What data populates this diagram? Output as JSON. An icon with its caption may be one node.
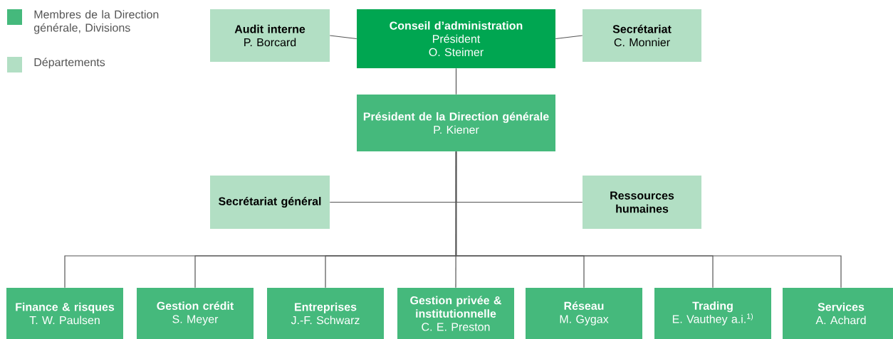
{
  "diagram": {
    "nodes": [
      {
        "text": [
          "Conseil d’administration",
          "Président",
          "O. Steimer"
        ]
      },
      {
        "text": [
          "Audit interne",
          "P. Borcard"
        ]
      },
      {
        "text": [
          "Secrétariat",
          "C. Monnier"
        ]
      },
      {
        "text": [
          "Président de la Direction générale",
          "P. Kiener"
        ]
      },
      {
        "text": [
          "Secrétariat général"
        ]
      },
      {
        "text": [
          "Ressources humaines"
        ]
      },
      {
        "text": [
          "Finance & risques",
          "T.  W. Paulsen"
        ]
      },
      {
        "text": [
          "Gestion crédit",
          "S. Meyer"
        ]
      },
      {
        "text": [
          "Entreprises",
          "J.-F. Schwarz"
        ]
      },
      {
        "text": [
          "Gestion privée & institutionnelle",
          "C. E. Preston"
        ]
      },
      {
        "text": [
          "Réseau",
          "M. Gygax"
        ]
      },
      {
        "text": [
          "Trading",
          "E. Vauthey a.i.$^{1)}$"
        ]
      },
      {
        "text": [
          "Services",
          "A. Achard"
        ]
      }
    ],
    "edges": [
      {
        "from": 0,
        "to": 1,
        "arrow": "none"
      },
      {
        "from": 0,
        "to": 2,
        "arrow": "none"
      },
      {
        "from": 0,
        "to": 3,
        "arrow": "none"
      },
      {
        "from": 3,
        "to": 4,
        "arrow": "none"
      },
      {
        "from": 3,
        "to": 5,
        "arrow": "none"
      },
      {
        "from": 3,
        "to": 6,
        "arrow": "none"
      },
      {
        "from": 3,
        "to": 7,
        "arrow": "none"
      },
      {
        "from": 3,
        "to": 8,
        "arrow": "none"
      },
      {
        "from": 3,
        "to": 9,
        "arrow": "none"
      },
      {
        "from": 3,
        "to": 10,
        "arrow": "none"
      },
      {
        "from": 3,
        "to": 11,
        "arrow": "none"
      },
      {
        "from": 3,
        "to": 12,
        "arrow": "none"
      }
    ],
    "legend": [
      {
        "text": "Membres de la Direction générale, Divisions",
        "color": "#45b97c"
      },
      {
        "text": "Départements",
        "color": "#b2dfc4"
      }
    ]
  }
}
